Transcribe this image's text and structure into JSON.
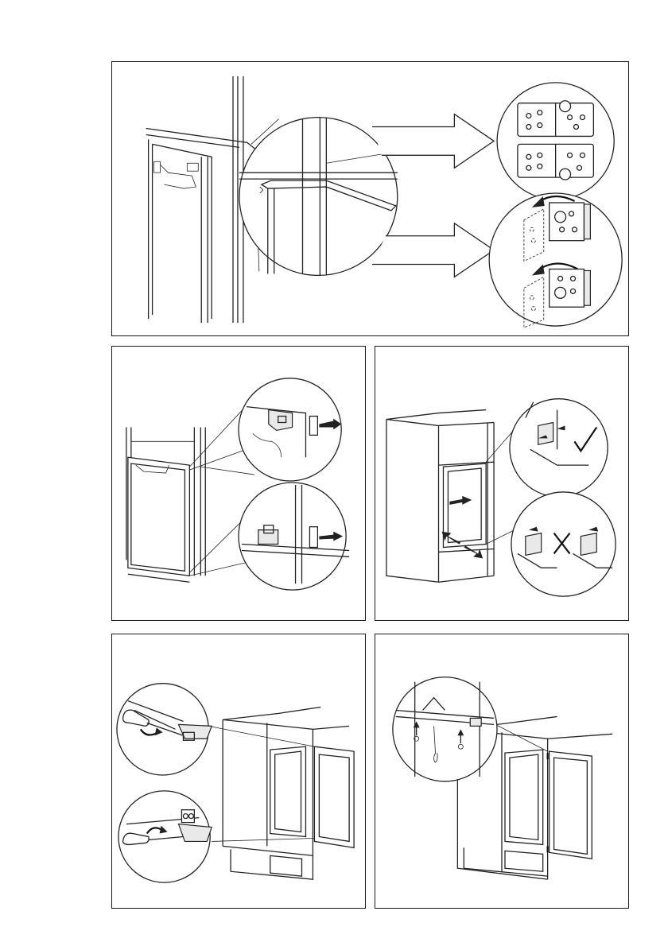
{
  "page": {
    "background": "#ffffff",
    "line_color": "#1a1a1a"
  },
  "figures": [
    {
      "id": "hinge-swap",
      "icons": [
        "magnifier-circle",
        "arrow-right",
        "hinge-plate",
        "rotate-arrow"
      ]
    },
    {
      "id": "door-hinge-check",
      "icons": [
        "magnifier-circle",
        "push-arrow"
      ]
    },
    {
      "id": "alignment-check",
      "icons": [
        "check-mark",
        "cross-mark",
        "push-arrow"
      ]
    },
    {
      "id": "screwdriver-fix",
      "icons": [
        "screwdriver",
        "rotate-arrow"
      ]
    },
    {
      "id": "door-installed",
      "icons": [
        "magnifier-circle",
        "up-arrow"
      ]
    }
  ]
}
